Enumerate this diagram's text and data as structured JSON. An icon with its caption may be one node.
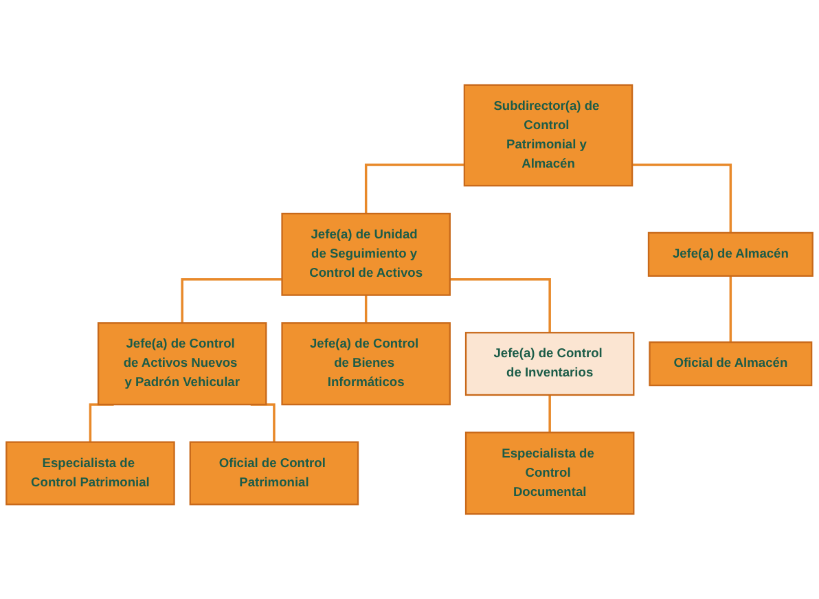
{
  "diagram": {
    "nodes": [
      {
        "text": [
          "Subdirector(a) de Control Patrimonial y Almacén"
        ]
      },
      {
        "text": [
          "Jefe(a) de Unidad de Seguimiento y Control de Activos"
        ]
      },
      {
        "text": [
          "Jefe(a) de Almacén"
        ]
      },
      {
        "text": [
          "Jefe(a) de Control de Activos Nuevos y Padrón Vehicular"
        ]
      },
      {
        "text": [
          "Jefe(a) de Control de Bienes Informáticos"
        ]
      },
      {
        "text": [
          "Jefe(a) de Control de Inventarios"
        ]
      },
      {
        "text": [
          "Oficial de Almacén"
        ]
      },
      {
        "text": [
          "Especialista de Control Patrimonial"
        ]
      },
      {
        "text": [
          "Oficial de Control Patrimonial"
        ]
      },
      {
        "text": [
          "Especialista de Control Documental"
        ]
      }
    ],
    "edges": [
      {
        "from": 0,
        "to": 1,
        "arrow": "none"
      },
      {
        "from": 0,
        "to": 2,
        "arrow": "none"
      },
      {
        "from": 1,
        "to": 3,
        "arrow": "none"
      },
      {
        "from": 1,
        "to": 4,
        "arrow": "none"
      },
      {
        "from": 1,
        "to": 5,
        "arrow": "none"
      },
      {
        "from": 2,
        "to": 6,
        "arrow": "none"
      },
      {
        "from": 3,
        "to": 7,
        "arrow": "none"
      },
      {
        "from": 3,
        "to": 8,
        "arrow": "none"
      },
      {
        "from": 5,
        "to": 9,
        "arrow": "none"
      }
    ]
  }
}
